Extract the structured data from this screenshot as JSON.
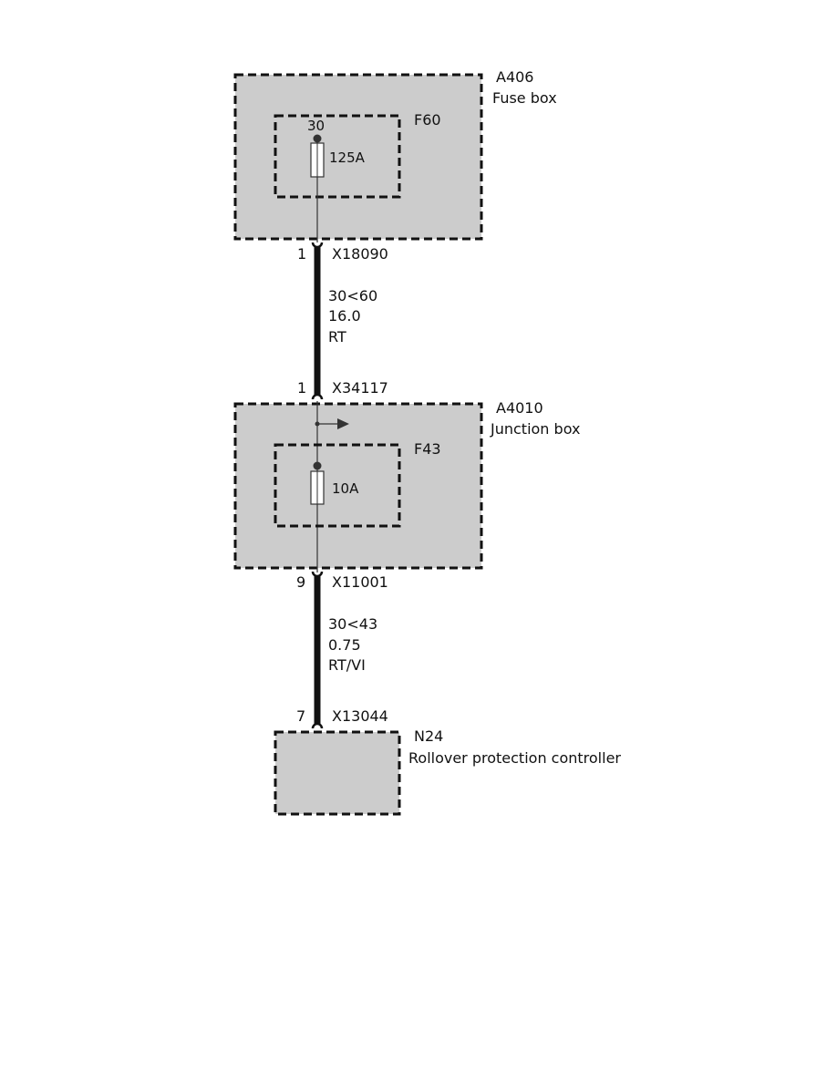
{
  "colors": {
    "box_fill": "#cccccc",
    "line": "#111111",
    "background": "#ffffff"
  },
  "fuse_box": {
    "id": "A406",
    "name": "Fuse box",
    "fuse": {
      "id": "F60",
      "terminal": "30",
      "rating": "125A"
    }
  },
  "connector_1": {
    "pin": "1",
    "id": "X18090"
  },
  "wire_1": {
    "circuit": "30<60",
    "size": "16.0",
    "color": "RT"
  },
  "connector_2": {
    "pin": "1",
    "id": "X34117"
  },
  "junction_box": {
    "id": "A4010",
    "name": "Junction box",
    "fuse": {
      "id": "F43",
      "rating": "10A"
    }
  },
  "connector_3": {
    "pin": "9",
    "id": "X11001"
  },
  "wire_2": {
    "circuit": "30<43",
    "size": "0.75",
    "color": "RT/VI"
  },
  "connector_4": {
    "pin": "7",
    "id": "X13044"
  },
  "controller": {
    "id": "N24",
    "name": "Rollover protection controller"
  }
}
